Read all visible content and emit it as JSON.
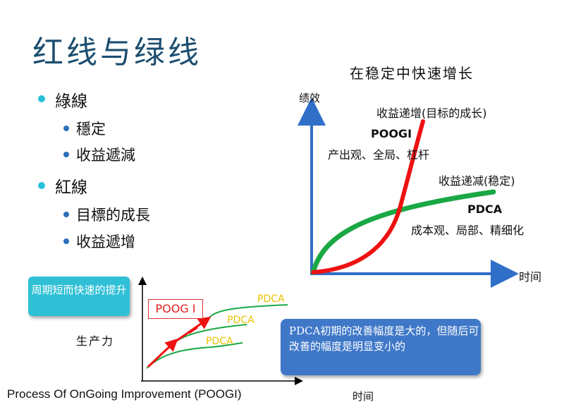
{
  "title": "红线与绿线",
  "bullets": [
    {
      "label": "綠線",
      "children": [
        "穩定",
        "收益遞減"
      ]
    },
    {
      "label": "紅線",
      "children": [
        "目標的成長",
        "收益遞增"
      ]
    }
  ],
  "main_chart": {
    "title": "在稳定中快速增长",
    "y_label": "绩效",
    "x_label": "时间",
    "red_label": "收益递增(目标的成长)",
    "red_name": "POOGI",
    "red_desc": "产出观、全局、杠杆",
    "green_label": "收益递减(稳定)",
    "green_name": "PDCA",
    "green_desc": "成本观、局部、精细化"
  },
  "small_chart": {
    "callout_a": "周期短而快速的提升",
    "poog_label": "POOG I",
    "pdca_labels": [
      "PDCA",
      "PDCA",
      "PDCA"
    ],
    "y_label": "生产力",
    "x_label": "时间",
    "callout_b": "PDCA初期的改善幅度是大的，但随后可改善的幅度是明显变小的"
  },
  "footer": "Process Of OnGoing Improvement (POOGI)",
  "colors": {
    "red": "#ee1111",
    "green": "#1aa844",
    "arrow": "#2f6fc8",
    "title": "#1c4e70"
  }
}
